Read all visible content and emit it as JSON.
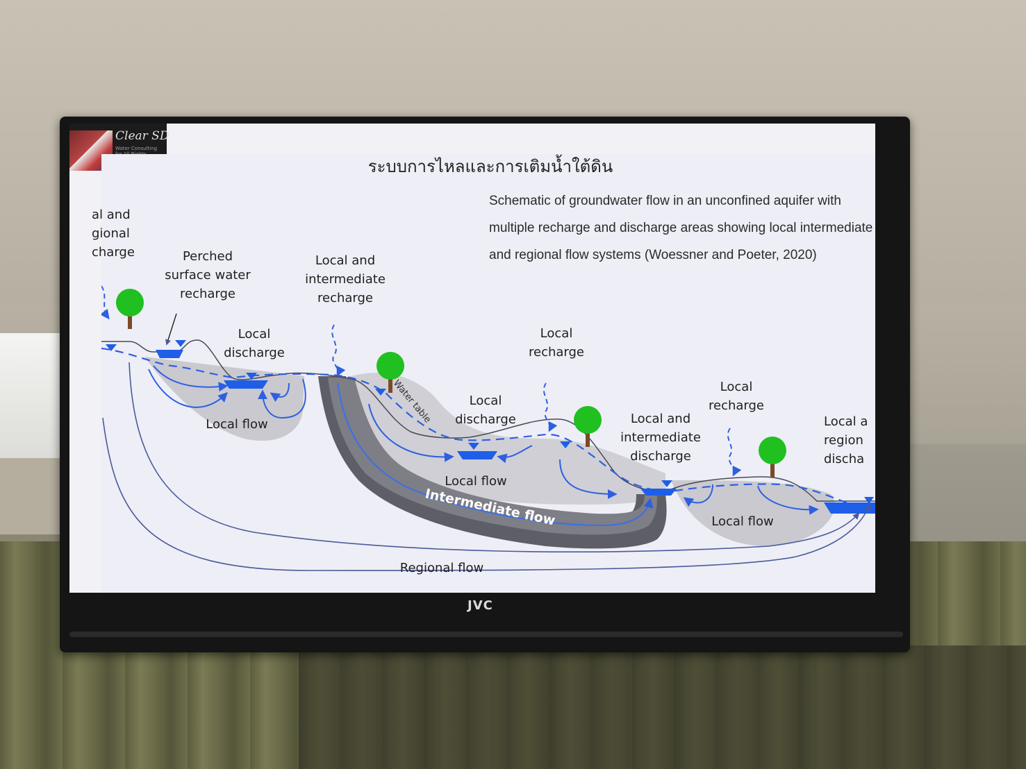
{
  "scene": {
    "tv_brand": "JVC",
    "screen_logo": {
      "title": "Clear SD",
      "subtitle": "Water Consulting for All Rights"
    }
  },
  "slide": {
    "title": "ระบบการไหลและการเติมน้ำใต้ดิน",
    "caption": "Schematic of groundwater flow in an unconfined aquifer with multiple recharge and discharge areas showing local intermediate and regional flow systems (Woessner and Poeter,  2020)",
    "labels": {
      "left_partial": "al and\ngional\ncharge",
      "perched": "Perched\nsurface water\nrecharge",
      "local_intermediate_recharge": "Local and\nintermediate\nrecharge",
      "local_discharge_1": "Local\ndischarge",
      "local_flow_1": "Local flow",
      "water_table": "Water table",
      "local_recharge_1": "Local\nrecharge",
      "local_discharge_2": "Local\ndischarge",
      "local_intermediate_discharge": "Local and\nintermediate\ndischarge",
      "local_recharge_2": "Local\nrecharge",
      "right_partial": "Local a\nregion\ndischa",
      "local_flow_2": "Local flow",
      "intermediate_flow": "Intermediate flow",
      "local_flow_3": "Local flow",
      "regional_flow": "Regional flow"
    }
  },
  "colors": {
    "arrow_blue": "#2f5fe0",
    "water_blue": "#1f5ee8",
    "tree_green": "#1fc020",
    "intermediate_band": "#5e5f66",
    "local_zone": "#c9c9cf"
  }
}
